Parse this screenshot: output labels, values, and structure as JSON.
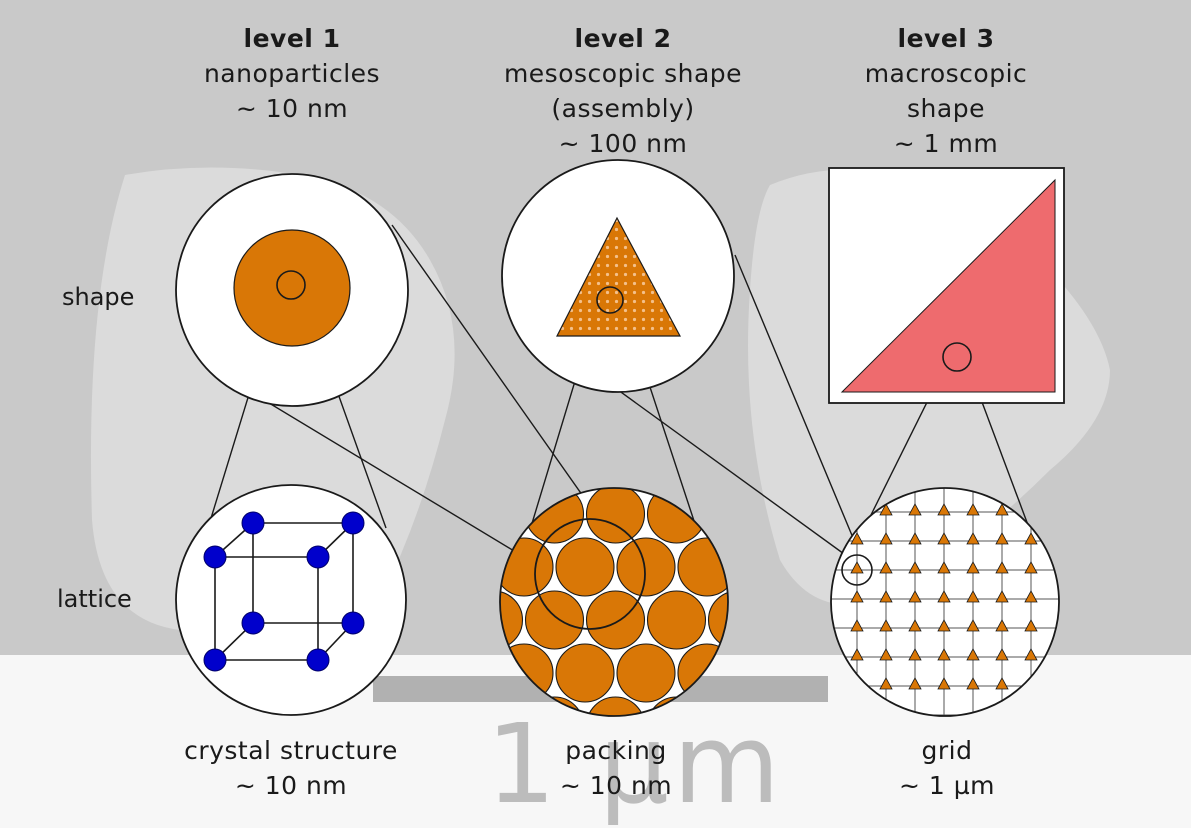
{
  "columns": [
    {
      "level": "level 1",
      "shape_name": "nanoparticles",
      "shape_size": "~ 10 nm",
      "lattice_name": "crystal structure",
      "lattice_size": "~ 10 nm"
    },
    {
      "level": "level 2",
      "shape_name": "mesoscopic shape",
      "shape_name2": "(assembly)",
      "shape_size": "~ 100 nm",
      "lattice_name": "packing",
      "lattice_size": "~ 10 nm"
    },
    {
      "level": "level 3",
      "shape_name": "macroscopic",
      "shape_name2": "shape",
      "shape_size": "~ 1 mm",
      "lattice_name": "grid",
      "lattice_size": "~ 1 µm"
    }
  ],
  "rows": {
    "shape": "shape",
    "lattice": "lattice"
  },
  "background_scale_bar": "1 µm",
  "colors": {
    "orange": "#d97706",
    "blue": "#0000cc",
    "red": "#ee6b6e",
    "line": "#1a1a1a"
  }
}
